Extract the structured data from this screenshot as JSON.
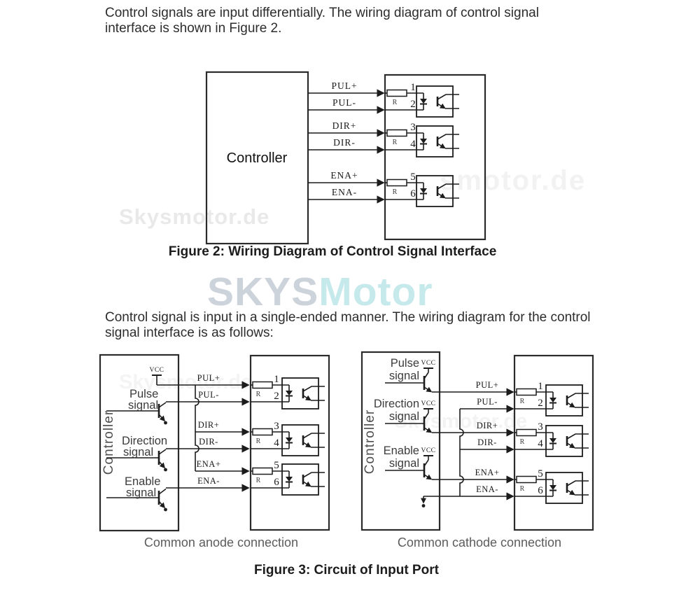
{
  "paragraphs": {
    "intro_differential": "Control signals are input differentially. The wiring diagram of control signal interface is shown in Figure 2.",
    "intro_single_ended": "Control signal is input in a single-ended manner. The wiring diagram for the control signal interface is as follows:"
  },
  "figure2": {
    "caption": "Figure 2: Wiring Diagram of Control Signal Interface",
    "controller_label": "Controller"
  },
  "figure3": {
    "caption": "Figure 3: Circuit of Input Port",
    "left_caption": "Common anode connection",
    "right_caption": "Common cathode connection",
    "controller_label": "Controller",
    "vcc_label": "VCC",
    "inputs": [
      {
        "line1": "Pulse",
        "line2": "signal"
      },
      {
        "line1": "Direction",
        "line2": "signal"
      },
      {
        "line1": "Enable",
        "line2": "signal"
      }
    ]
  },
  "signals": [
    {
      "plus": "PUL+",
      "minus": "PUL-",
      "pin_plus": "1",
      "pin_minus": "2"
    },
    {
      "plus": "DIR+",
      "minus": "DIR-",
      "pin_plus": "3",
      "pin_minus": "4"
    },
    {
      "plus": "ENA+",
      "minus": "ENA-",
      "pin_plus": "5",
      "pin_minus": "6"
    }
  ],
  "labels": {
    "resistor": "R"
  },
  "watermarks": {
    "skysmotor_de": "Skysmotor.de",
    "smotor_de": "smotor.de",
    "skys": "SKYS",
    "motor": "Motor"
  },
  "colors": {
    "wire": "#1c1c1c",
    "text": "#2d2d2d",
    "caption_gray": "#5c5c5c",
    "watermark_gray": "#e9e9e9",
    "watermark_blue_gray": "#ccd3db",
    "watermark_cyan": "#c6e9ec"
  }
}
